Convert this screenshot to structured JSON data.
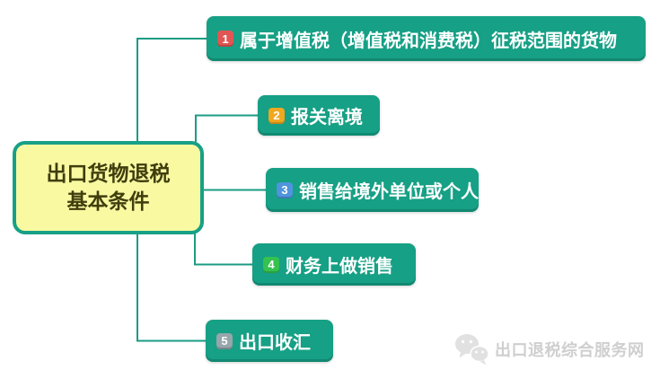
{
  "root_node": {
    "line1": "出口货物退税",
    "line2": "基本条件",
    "bg_color": "#f9f9a2",
    "border_color": "#17a086",
    "text_color": "#403e0d"
  },
  "nodes": [
    {
      "number": "1",
      "label": "属于增值税（增值税和消费税）征税范围的货物",
      "badge_color": "#e15654"
    },
    {
      "number": "2",
      "label": "报关离境",
      "badge_color": "#f0a81f"
    },
    {
      "number": "3",
      "label": "销售给境外单位或个人",
      "badge_color": "#4f94dd"
    },
    {
      "number": "4",
      "label": "财务上做销售",
      "badge_color": "#35c24f"
    },
    {
      "number": "5",
      "label": "出口收汇",
      "badge_color": "#97a6ab"
    }
  ],
  "node_style": {
    "bg_color": "#16a085",
    "text_color": "#ffffff"
  },
  "connector_color": "#1b9c84",
  "watermark": {
    "icon": "wechat-icon",
    "text": "出口退税综合服务网",
    "color": "#cfcfcf"
  }
}
